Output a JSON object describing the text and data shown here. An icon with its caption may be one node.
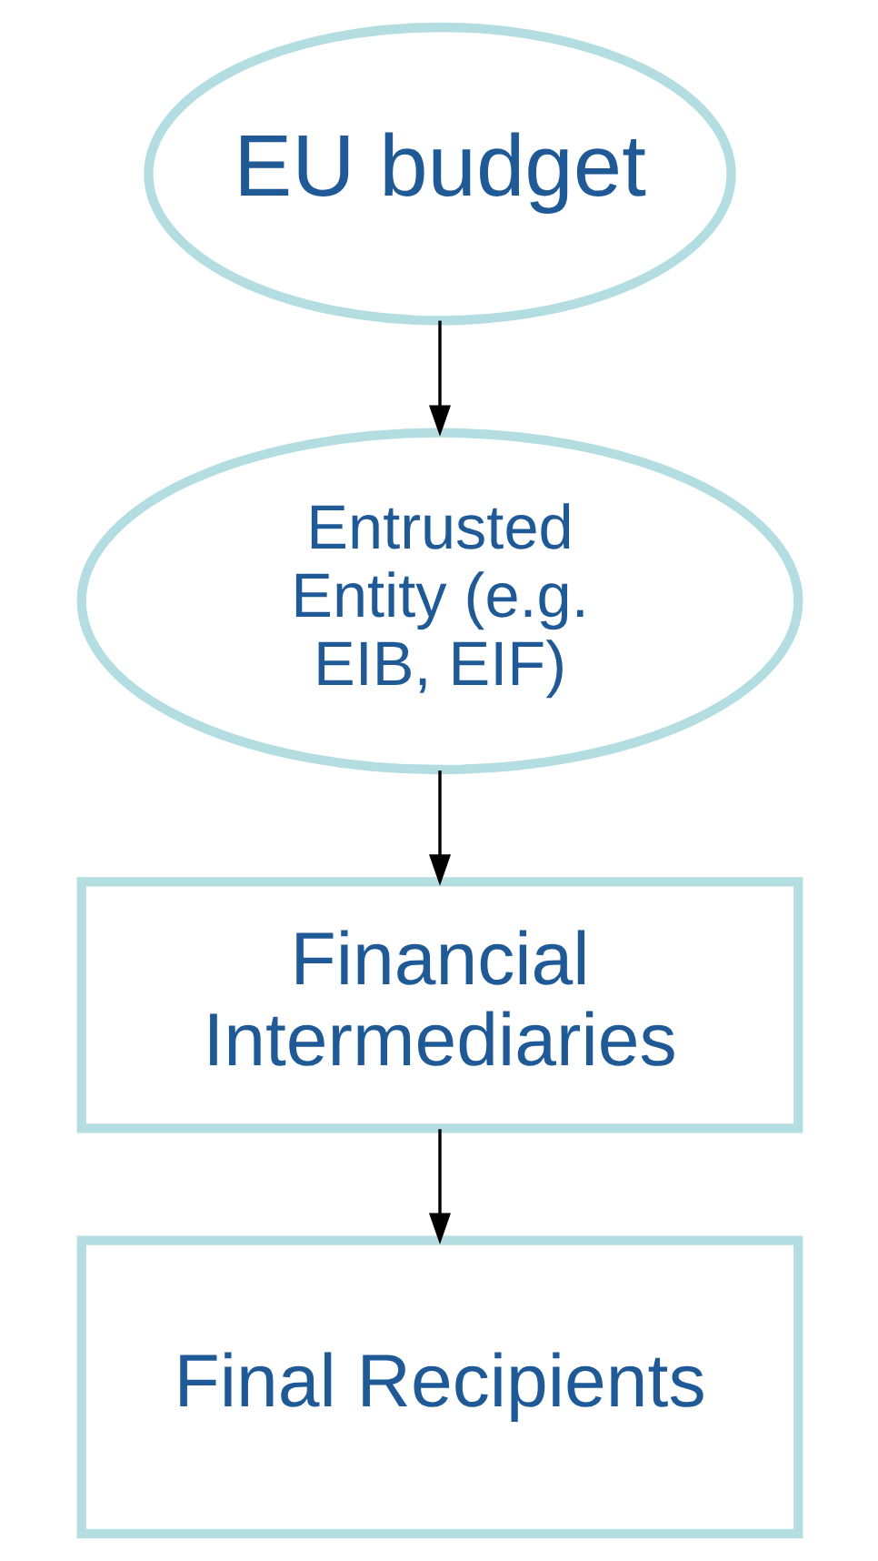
{
  "diagram": {
    "nodes": [
      {
        "text": [
          "EU budget"
        ]
      },
      {
        "text": [
          "Entrusted Entity (e.g. EIB, EIF)"
        ]
      },
      {
        "text": [
          "Financial Intermediaries"
        ]
      },
      {
        "text": [
          "Final Recipients"
        ]
      }
    ],
    "edges": [
      {
        "from": 0,
        "to": 1,
        "arrow": "to"
      },
      {
        "from": 1,
        "to": 2,
        "arrow": "to"
      },
      {
        "from": 2,
        "to": 3,
        "arrow": "to"
      }
    ]
  }
}
